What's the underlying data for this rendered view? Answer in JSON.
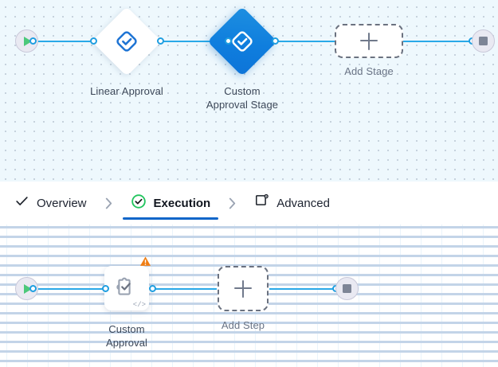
{
  "stage_canvas": {
    "name": "stage-graph",
    "start_node": {
      "icon": "play-icon",
      "label": ""
    },
    "end_node": {
      "icon": "stop-icon",
      "label": ""
    },
    "nodes": [
      {
        "id": "linear-approval",
        "label": "Linear Approval",
        "icon": "approval-diamond-icon",
        "state": "idle"
      },
      {
        "id": "custom-approval-stage",
        "label": "Custom\nApproval Stage",
        "label_line1": "Custom",
        "label_line2": "Approval Stage",
        "icon": "approval-diamond-icon",
        "state": "selected"
      }
    ],
    "add_node": {
      "label": "Add Stage",
      "icon": "plus-icon"
    }
  },
  "tabs": {
    "items": [
      {
        "id": "overview",
        "label": "Overview",
        "icon": "check-icon",
        "state": "complete",
        "selected": false
      },
      {
        "id": "execution",
        "label": "Execution",
        "icon": "check-circle-icon",
        "state": "complete",
        "selected": true
      },
      {
        "id": "advanced",
        "label": "Advanced",
        "icon": "window-gear-icon",
        "state": "default",
        "selected": false
      }
    ],
    "separator": "›"
  },
  "step_canvas": {
    "name": "step-graph",
    "start_node": {
      "icon": "play-icon",
      "label": ""
    },
    "end_node": {
      "icon": "stop-icon",
      "label": ""
    },
    "nodes": [
      {
        "id": "custom-approval",
        "label_line1": "Custom",
        "label_line2": "Approval",
        "icon": "puzzle-check-icon",
        "badge": "warning-icon",
        "code_badge": "</>"
      }
    ],
    "add_node": {
      "label": "Add Step",
      "icon": "plus-icon"
    }
  },
  "colors": {
    "edge": "#29a9e8",
    "accent": "#0f7ede",
    "tab_underline": "#1166c9",
    "warning": "#f07e13",
    "success": "#22c55e",
    "canvas_top_bg": "#eef8fd"
  }
}
